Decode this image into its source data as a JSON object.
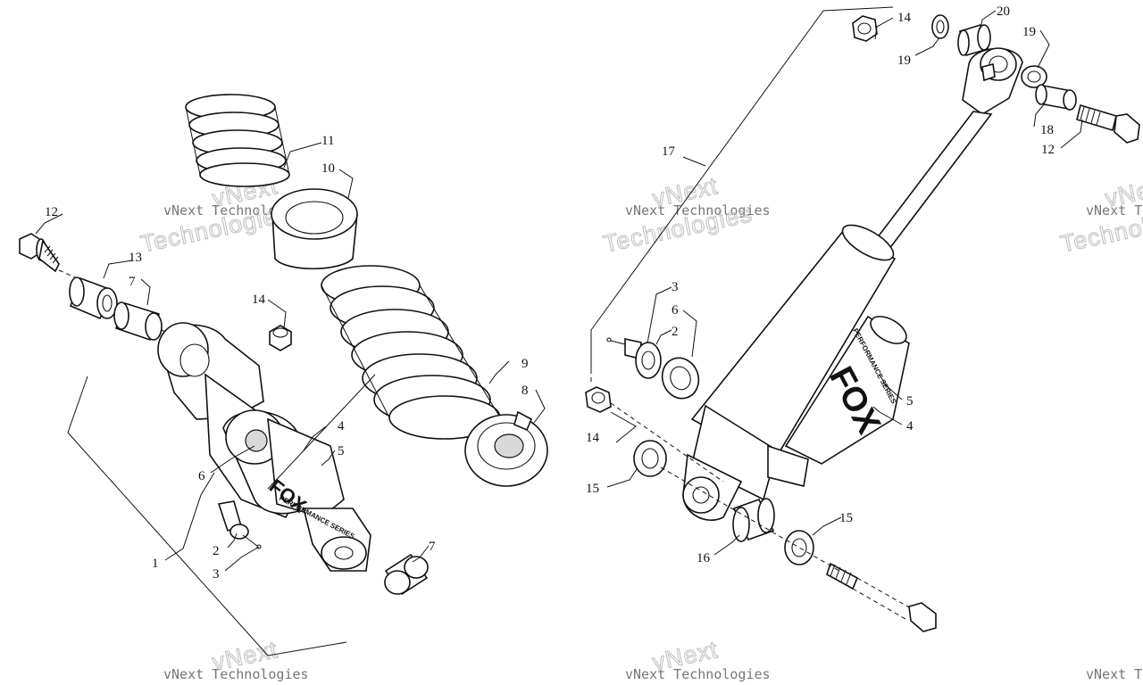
{
  "watermark": {
    "line1": "vNext Technologies",
    "line2": "vNext",
    "line3": "Technologies"
  },
  "brand": {
    "logo": "FOX",
    "tagline": "PERFORMANCE SERIES"
  },
  "callouts": {
    "c1": "1",
    "c2a": "2",
    "c3a": "3",
    "c4a": "4",
    "c5a": "5",
    "c6a": "6",
    "c7a": "7",
    "c7b": "7",
    "c8": "8",
    "c9": "9",
    "c10": "10",
    "c11": "11",
    "c12a": "12",
    "c13": "13",
    "c14a": "14",
    "c17": "17",
    "c14b": "14",
    "c20": "20",
    "c19a": "19",
    "c19b": "19",
    "c18": "18",
    "c12b": "12",
    "c3b": "3",
    "c6b": "6",
    "c2b": "2",
    "c5b": "5",
    "c4b": "4",
    "c14c": "14",
    "c15a": "15",
    "c15b": "15",
    "c16": "16"
  }
}
